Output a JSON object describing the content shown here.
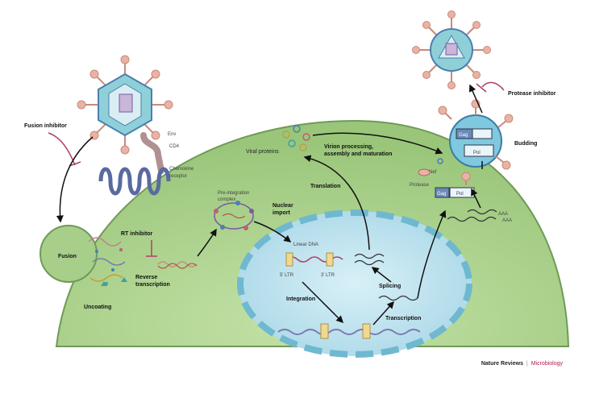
{
  "labels": {
    "fusion_inhibitor": "Fusion inhibitor",
    "env": "Env",
    "cd4": "CD4",
    "chemokine_receptor_line1": "Chemokine",
    "chemokine_receptor_line2": "receptor",
    "fusion": "Fusion",
    "uncoating": "Uncoating",
    "rt_inhibitor": "RT inhibitor",
    "reverse_transcription_line1": "Reverse",
    "reverse_transcription_line2": "transcription",
    "pre_integration_line1": "Pre-integration",
    "pre_integration_line2": "complex",
    "nuclear_import_line1": "Nuclear",
    "nuclear_import_line2": "import",
    "linear_dna": "Linear DNA",
    "ltr5": "5' LTR",
    "ltr3": "3' LTR",
    "integration": "Integration",
    "splicing": "Splicing",
    "transcription": "Transcription",
    "translation": "Translation",
    "viral_proteins": "Viral proteins",
    "virion_processing_line1": "Virion processing,",
    "virion_processing_line2": "assembly and maturation",
    "nef": "Nef",
    "protease": "Protease",
    "gag": "Gag",
    "pol": "Pol",
    "aaa": "AAA",
    "budding": "Budding",
    "protease_inhibitor": "Protease inhibitor"
  },
  "credit": {
    "journal": "Nature Reviews",
    "separator": "|",
    "section": "Microbiology"
  },
  "colors": {
    "cell": "#a8cf8a",
    "cell_edge": "#6f9a58",
    "nucleus": "#bfe3ef",
    "nucleus_dash": "#6fb8d0",
    "virus_spike": "#c98a7a",
    "virus_core": "#4a7fb0",
    "arrow": "#111111",
    "inhibitor": "#b0406a"
  }
}
